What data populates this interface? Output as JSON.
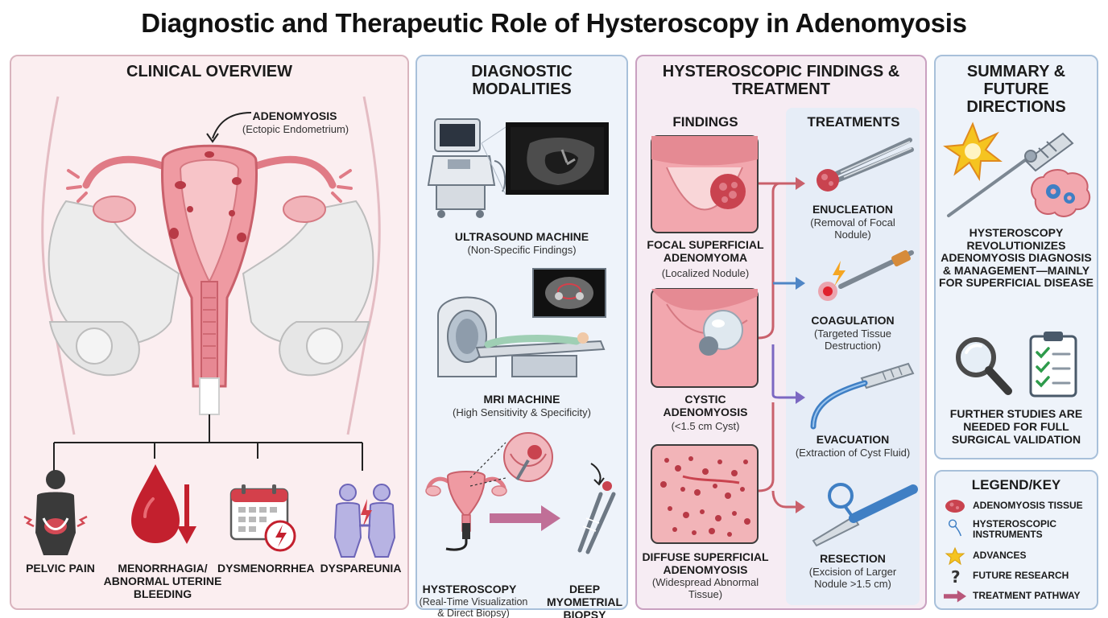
{
  "title": "Diagnostic and Therapeutic Role of Hysteroscopy in Adenomyosis",
  "overview": {
    "heading": "CLINICAL OVERVIEW",
    "adenomyosis_label": "ADENOMYOSIS",
    "adenomyosis_sub": "(Ectopic Endometrium)",
    "symptoms": [
      {
        "label": "PELVIC PAIN"
      },
      {
        "label": "MENORRHAGIA/ ABNORMAL UTERINE BLEEDING"
      },
      {
        "label": "DYSMENORRHEA"
      },
      {
        "label": "DYSPAREUNIA"
      }
    ]
  },
  "diagnostic": {
    "heading": "DIAGNOSTIC MODALITIES",
    "ultrasound": {
      "label": "ULTRASOUND MACHINE",
      "sub": "(Non-Specific Findings)"
    },
    "mri": {
      "label": "MRI MACHINE",
      "sub": "(High Sensitivity & Specificity)"
    },
    "hysteroscopy": {
      "label": "HYSTEROSCOPY",
      "sub": "(Real-Time Visualization & Direct Biopsy)"
    },
    "biopsy": {
      "label": "DEEP MYOMETRIAL BIOPSY"
    }
  },
  "findings_treatment": {
    "heading": "HYSTEROSCOPIC FINDINGS & TREATMENT",
    "findings_heading": "FINDINGS",
    "treatments_heading": "TREATMENTS",
    "findings": [
      {
        "label": "FOCAL SUPERFICIAL ADENOMYOMA",
        "sub": "(Localized Nodule)"
      },
      {
        "label": "CYSTIC ADENOMYOSIS",
        "sub": "(<1.5 cm Cyst)"
      },
      {
        "label": "DIFFUSE SUPERFICIAL ADENOMYOSIS",
        "sub": "(Widespread Abnormal Tissue)"
      }
    ],
    "treatments": [
      {
        "label": "ENUCLEATION",
        "sub": "(Removal of Focal Nodule)"
      },
      {
        "label": "COAGULATION",
        "sub": "(Targeted Tissue Destruction)"
      },
      {
        "label": "EVACUATION",
        "sub": "(Extraction of Cyst Fluid)"
      },
      {
        "label": "RESECTION",
        "sub": "(Excision of Larger Nodule >1.5 cm)"
      }
    ]
  },
  "summary": {
    "heading": "SUMMARY & FUTURE DIRECTIONS",
    "text1": "HYSTEROSCOPY REVOLUTIONIZES ADENOMYOSIS DIAGNOSIS & MANAGEMENT—MAINLY FOR SUPERFICIAL DISEASE",
    "text2": "FURTHER STUDIES ARE NEEDED FOR FULL SURGICAL VALIDATION"
  },
  "legend": {
    "heading": "LEGEND/KEY",
    "items": [
      {
        "label": "ADENOMYOSIS TISSUE"
      },
      {
        "label": "HYSTEROSCOPIC INSTRUMENTS"
      },
      {
        "label": "ADVANCES"
      },
      {
        "label": "FUTURE RESEARCH"
      },
      {
        "label": "TREATMENT PATHWAY"
      }
    ]
  },
  "colors": {
    "tissue": "#c9434f",
    "uterus": "#e98c95",
    "pathway": "#b8577a",
    "blue_arrow": "#4f86c6",
    "purple_arrow": "#7b68c2",
    "star": "#f5c420"
  }
}
